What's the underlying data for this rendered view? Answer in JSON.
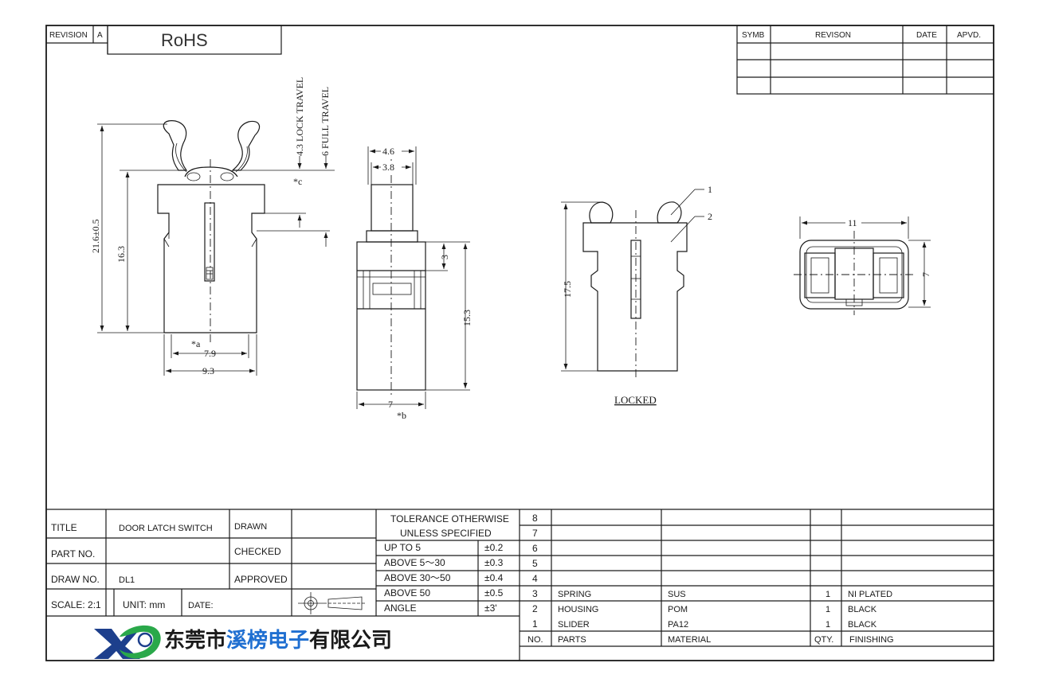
{
  "header": {
    "revision_label": "REVISION",
    "revision_value": "A",
    "rohs": "RoHS"
  },
  "revision_table": {
    "headers": [
      "SYMB",
      "REVISON",
      "DATE",
      "APVD."
    ],
    "rows": 3
  },
  "drawing": {
    "dims": {
      "lock_travel": "4.3 LOCK TRAVEL",
      "full_travel": "6 FULL TRAVEL",
      "c_mark": "*c",
      "a_mark": "*a",
      "b_mark": "*b",
      "overall_height": "21.6±0.5",
      "body_height": "16.3",
      "w79": "7.9",
      "w93": "9.3",
      "w46": "4.6",
      "w38": "3.8",
      "h3": "3",
      "h153": "15.3",
      "w7": "7",
      "h175": "17.5",
      "balloon1": "1",
      "balloon2": "2",
      "locked": "LOCKED",
      "w11": "11",
      "h7": "7"
    }
  },
  "title_block": {
    "title_label": "TITLE",
    "title_value": "DOOR LATCH SWITCH",
    "part_no_label": "PART NO.",
    "part_no_value": "",
    "draw_no_label": "DRAW NO.",
    "draw_no_value": "DL1",
    "scale": "SCALE: 2:1",
    "unit": "UNIT: mm",
    "date": "DATE:",
    "drawn": "DRAWN",
    "checked": "CHECKED",
    "approved": "APPROVED",
    "company": "东莞市溪榜电子有限公司",
    "company_parts": [
      "东莞市",
      "溪榜电子",
      "有限公司"
    ]
  },
  "tolerance": {
    "header_line1": "TOLERANCE OTHERWISE",
    "header_line2": "UNLESS SPECIFIED",
    "rows": [
      {
        "range": "UP TO 5",
        "tol": "±0.2"
      },
      {
        "range": "ABOVE 5～30",
        "tol": "±0.3"
      },
      {
        "range": "ABOVE 30～50",
        "tol": "±0.4"
      },
      {
        "range": "ABOVE 50",
        "tol": "±0.5"
      },
      {
        "range": "ANGLE",
        "tol": "±3'"
      }
    ]
  },
  "bom": {
    "rows": [
      {
        "no": "8",
        "part": "",
        "material": "",
        "qty": "",
        "finishing": ""
      },
      {
        "no": "7",
        "part": "",
        "material": "",
        "qty": "",
        "finishing": ""
      },
      {
        "no": "6",
        "part": "",
        "material": "",
        "qty": "",
        "finishing": ""
      },
      {
        "no": "5",
        "part": "",
        "material": "",
        "qty": "",
        "finishing": ""
      },
      {
        "no": "4",
        "part": "",
        "material": "",
        "qty": "",
        "finishing": ""
      },
      {
        "no": "3",
        "part": "SPRING",
        "material": "SUS",
        "qty": "1",
        "finishing": "NI PLATED"
      },
      {
        "no": "2",
        "part": "HOUSING",
        "material": "POM",
        "qty": "1",
        "finishing": "BLACK"
      },
      {
        "no": "1",
        "part": "SLIDER",
        "material": "PA12",
        "qty": "1",
        "finishing": "BLACK"
      }
    ],
    "headers": {
      "no": "NO.",
      "part": "PARTS",
      "material": "MATERIAL",
      "qty": "QTY.",
      "finishing": "FINISHING"
    }
  },
  "colors": {
    "ink": "#1a1a1a",
    "company_blue": "#1f6fd1",
    "logo_green": "#2aa84a",
    "logo_navy": "#1d3f8c"
  }
}
